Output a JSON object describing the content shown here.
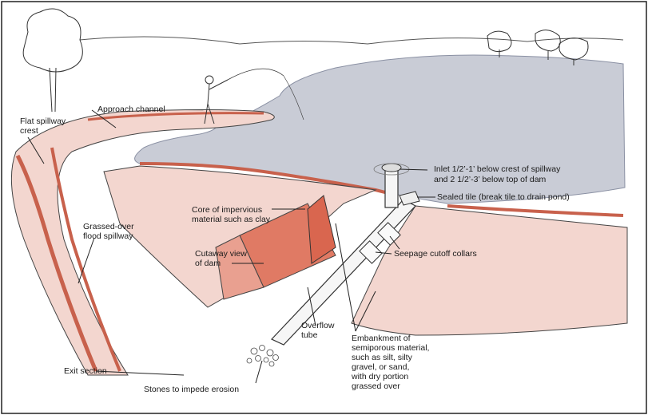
{
  "labels": {
    "approach_channel": "Approach channel",
    "flat_spillway_crest_1": "Flat spillway",
    "flat_spillway_crest_2": "crest",
    "inlet_1": "Inlet 1/2’-1’ below crest of spillway",
    "inlet_2": "and 2 1/2’-3’ below top of dam",
    "sealed_tile": "Sealed tile (break tile to drain pond)",
    "core_1": "Core of impervious",
    "core_2": "material such as clay",
    "grassed_1": "Grassed-over",
    "grassed_2": "flood spillway",
    "cutaway_1": "Cutaway view",
    "cutaway_2": "of dam",
    "seepage": "Seepage cutoff collars",
    "overflow_1": "Overflow",
    "overflow_2": "tube",
    "embank_1": "Embankment of",
    "embank_2": "semiporous material,",
    "embank_3": "such as silt, silty",
    "embank_4": "gravel, or sand,",
    "embank_5": "with dry portion",
    "embank_6": "grassed over",
    "exit_section": "Exit section",
    "stones": "Stones to impede erosion"
  },
  "colors": {
    "pond": "#c9ccd6",
    "pond_edge": "#9aa0b2",
    "embankment": "#f3d6cf",
    "core": "#d9664f",
    "cutaway": "#e07a64",
    "spillway_band": "#e9b0a3",
    "spillway_stripe": "#c8614c",
    "line": "#333333"
  }
}
